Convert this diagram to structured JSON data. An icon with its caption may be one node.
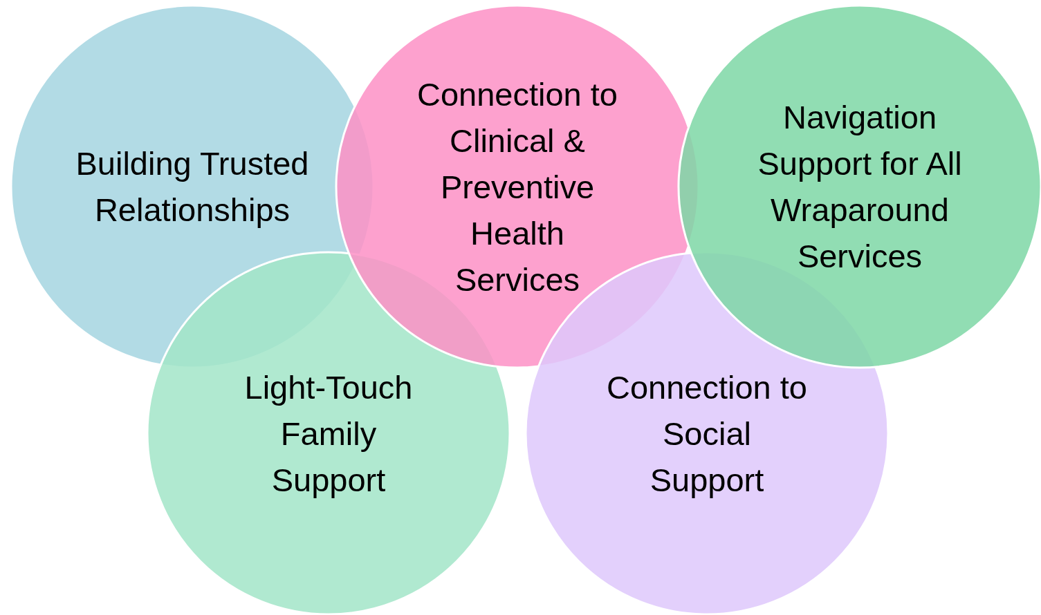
{
  "diagram": {
    "nodes": [
      {
        "text": [
          "Building Trusted Relationships"
        ]
      },
      {
        "text": [
          "Connection to Clinical & Preventive Health Services"
        ]
      },
      {
        "text": [
          "Navigation Support for All Wraparound Services"
        ]
      },
      {
        "text": [
          "Light-Touch Family Support"
        ]
      },
      {
        "text": [
          "Connection to Social Support"
        ]
      }
    ],
    "edges": []
  }
}
